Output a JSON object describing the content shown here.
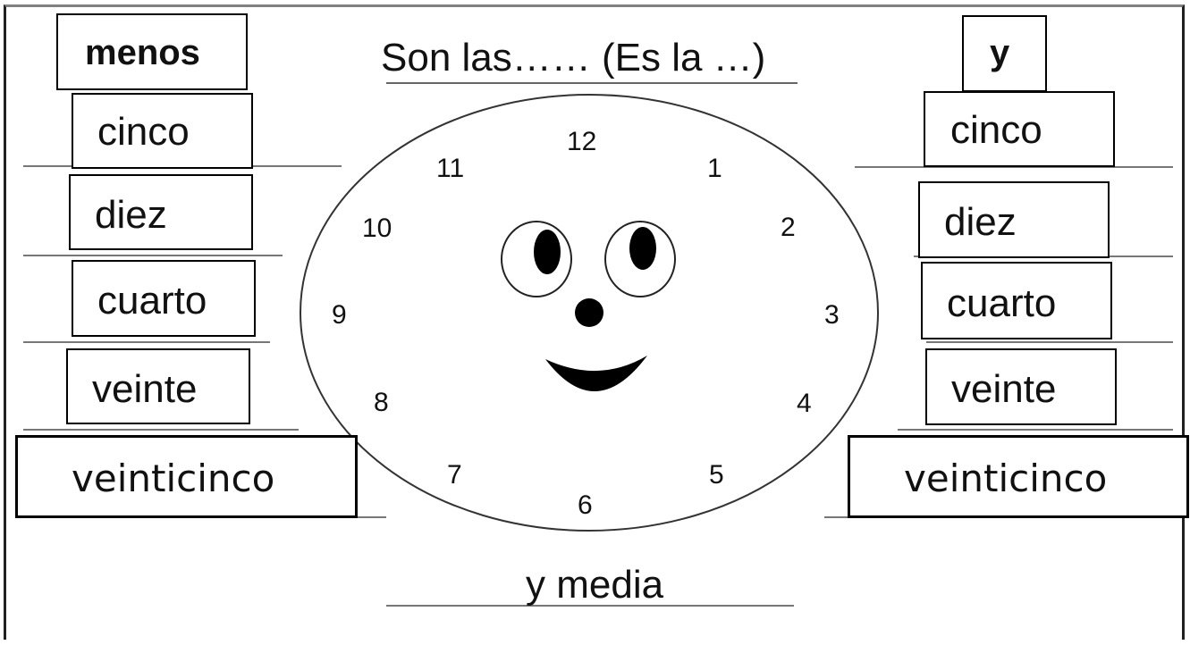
{
  "title": "Son las…… (Es la …)",
  "left_column": {
    "header": "menos",
    "items": [
      "cinco",
      "diez",
      "cuarto",
      "veinte",
      "veinticinco"
    ]
  },
  "right_column": {
    "header": "y",
    "items": [
      "cinco",
      "diez",
      "cuarto",
      "veinte",
      "veinticinco"
    ]
  },
  "clock": {
    "numbers": [
      "12",
      "1",
      "2",
      "3",
      "4",
      "5",
      "6",
      "7",
      "8",
      "9",
      "10",
      "11"
    ]
  },
  "bottom_label": "y media"
}
